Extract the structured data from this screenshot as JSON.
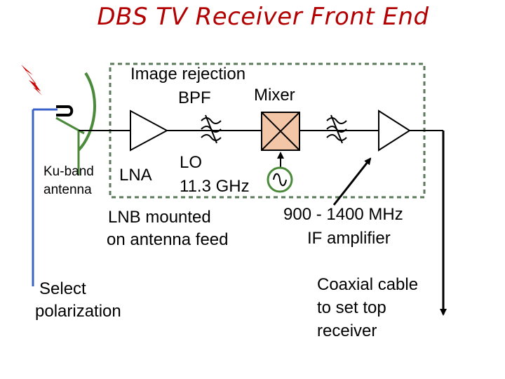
{
  "title": "DBS TV Receiver Front End",
  "labels": {
    "image_rejection": "Image rejection",
    "bpf": "BPF",
    "mixer": "Mixer",
    "ku_band": "Ku-band",
    "antenna": "antenna",
    "lna": "LNA",
    "lo": "LO",
    "lo_freq": "11.3 GHz",
    "lnb_line1": "LNB mounted",
    "lnb_line2": "on antenna feed",
    "if_range": "900 - 1400 MHz",
    "if_amp": "IF amplifier",
    "select_line1": "Select",
    "select_line2": "polarization",
    "coax_line1": "Coaxial cable",
    "coax_line2": "to set top",
    "coax_line3": "receiver"
  },
  "colors": {
    "title": "#b30000",
    "lnb_box": "#5a7a5a",
    "mixer_fill": "#f4c6a8",
    "antenna": "#4a8a3a",
    "blue_line": "#3a62c8",
    "lightning": "#cc0000"
  },
  "icons": [
    "lightning-icon",
    "dish-icon",
    "amplifier-icon",
    "filter-icon",
    "mixer-icon",
    "oscillator-icon"
  ]
}
